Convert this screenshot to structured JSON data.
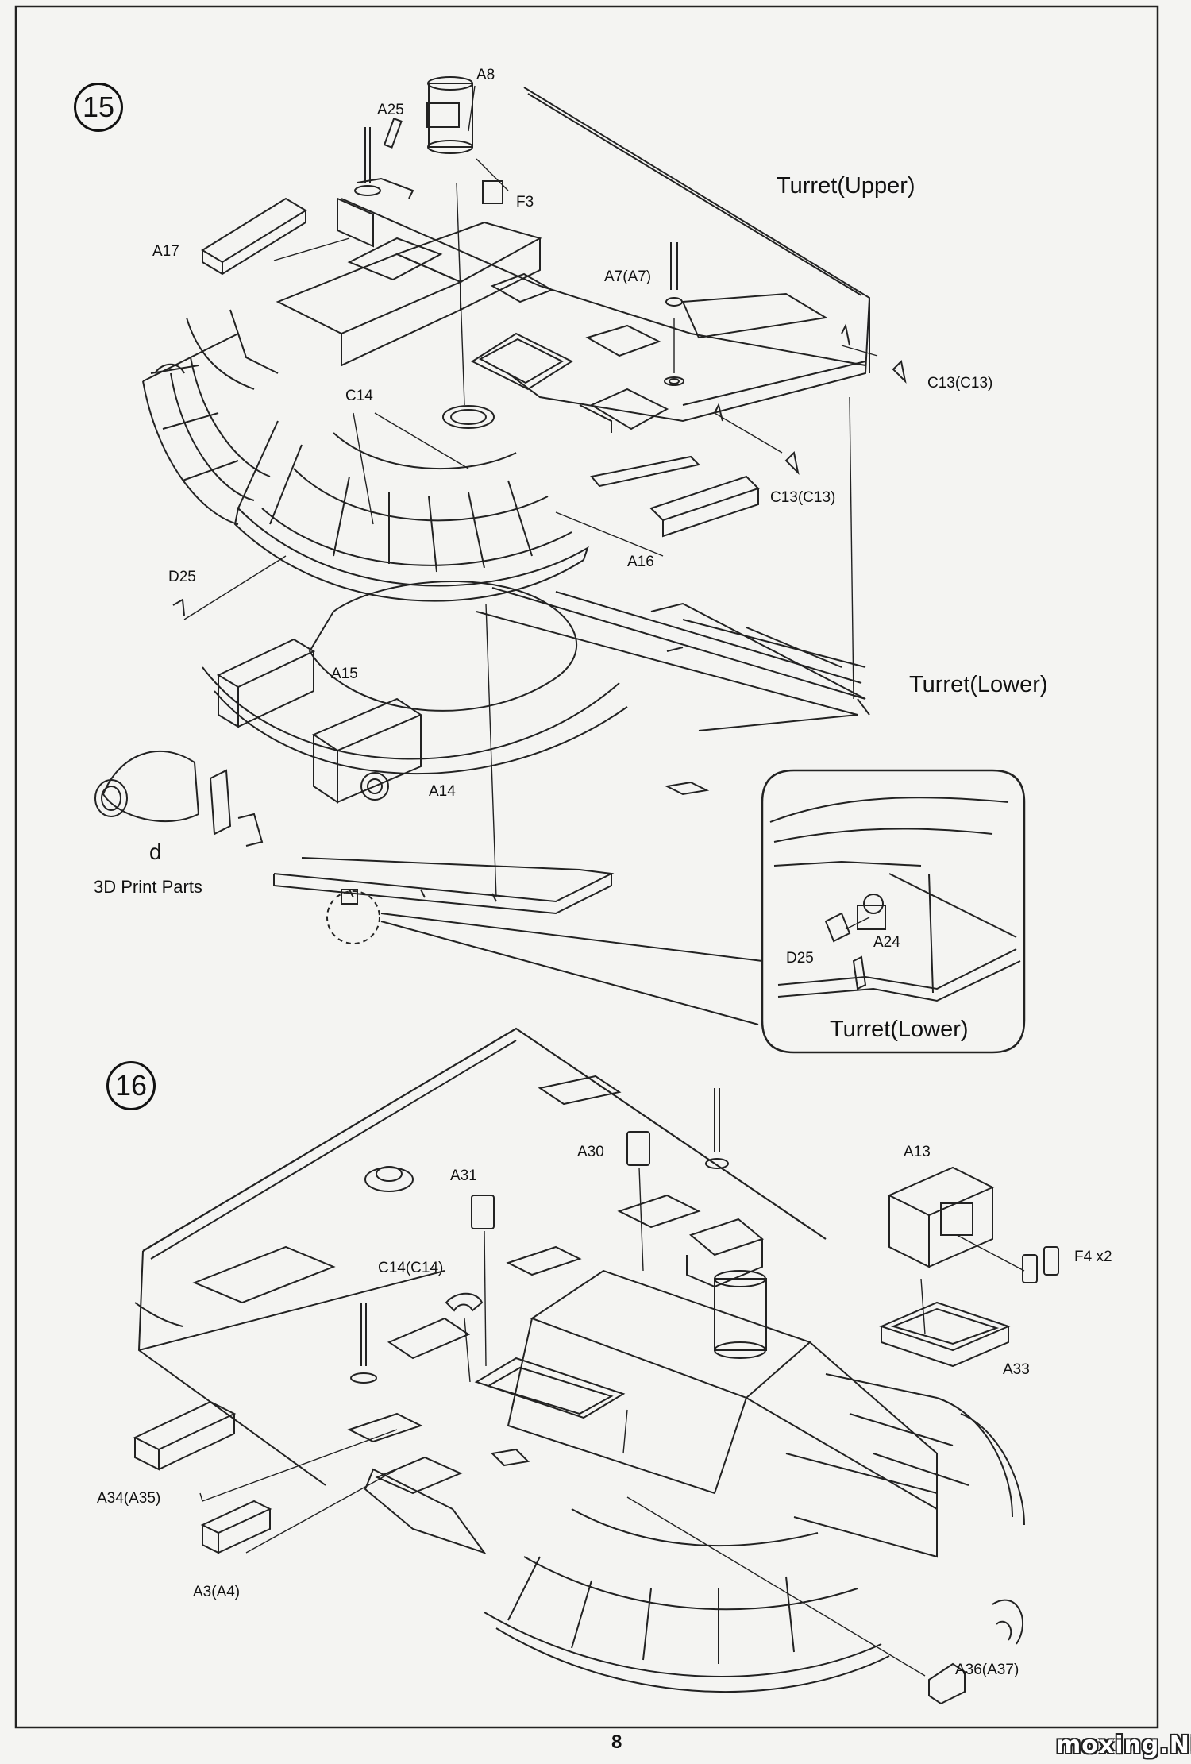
{
  "step15": {
    "number": "15",
    "title_upper": "Turret(Upper)",
    "title_lower": "Turret(Lower)",
    "inset_title": "Turret(Lower)",
    "print_parts_letter": "d",
    "print_parts_label": "3D Print Parts",
    "parts": {
      "a8": "A8",
      "a25": "A25",
      "f3": "F3",
      "a17": "A17",
      "a7": "A7(A7)",
      "c13_a": "C13(C13)",
      "c13_b": "C13(C13)",
      "c14": "C14",
      "a16": "A16",
      "d25": "D25",
      "a15": "A15",
      "a14": "A14",
      "inset_d25": "D25",
      "inset_a24": "A24"
    }
  },
  "step16": {
    "number": "16",
    "parts": {
      "a30": "A30",
      "a13": "A13",
      "a31": "A31",
      "f4": "F4 x2",
      "c14": "C14(C14)",
      "a33": "A33",
      "a34": "A34(A35)",
      "a3": "A3(A4)",
      "a36": "A36(A37)"
    }
  },
  "footer": {
    "page_number": "8",
    "watermark": "moxing.NET"
  }
}
